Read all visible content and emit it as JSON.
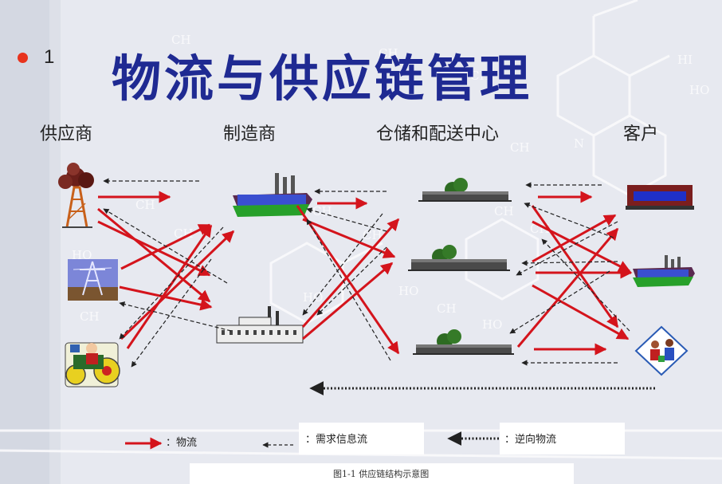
{
  "slide": {
    "number": "1",
    "title": "物流与供应链管理"
  },
  "columns": [
    "供应商",
    "制造商",
    "仓储和配送中心",
    "客户"
  ],
  "legend": {
    "material_flow": "物流",
    "info_flow": "需求信息流",
    "reverse_flow": "逆向物流"
  },
  "caption": "图1-1  供应链结构示意图",
  "colors": {
    "title": "#1f2a92",
    "material": "#d4141c",
    "info": "#222222",
    "bullet": "#e8331d"
  }
}
